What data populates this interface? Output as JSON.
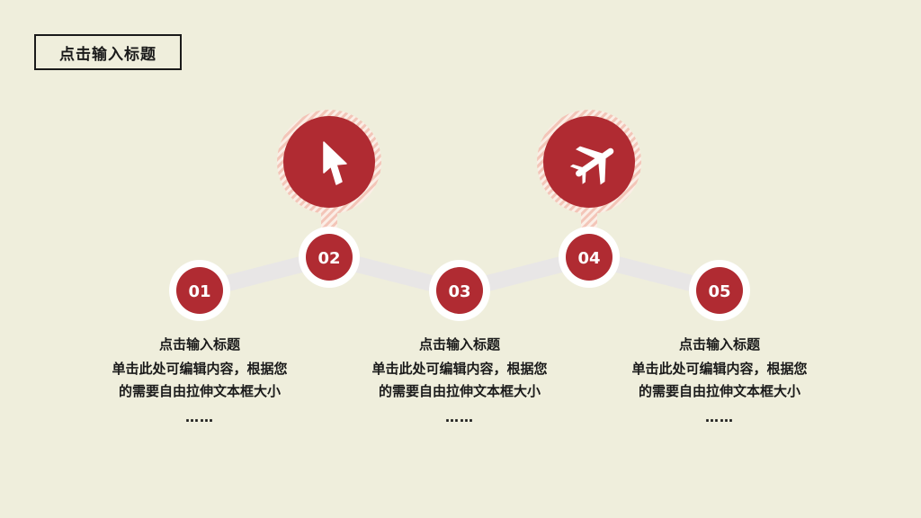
{
  "page": {
    "title": "点击输入标题"
  },
  "colors": {
    "background": "#efeedc",
    "accent": "#b02b32",
    "connector": "#e8e6e6",
    "stripe": "#f3c5b8"
  },
  "steps": [
    {
      "number": "01"
    },
    {
      "number": "02"
    },
    {
      "number": "03"
    },
    {
      "number": "04"
    },
    {
      "number": "05"
    }
  ],
  "icons": [
    {
      "name": "cursor-icon"
    },
    {
      "name": "airplane-icon"
    }
  ],
  "text_blocks": [
    {
      "heading": "点击输入标题",
      "body": "单击此处可编辑内容，根据您的需要自由拉伸文本框大小",
      "ellipsis": "……"
    },
    {
      "heading": "点击输入标题",
      "body": "单击此处可编辑内容，根据您的需要自由拉伸文本框大小",
      "ellipsis": "……"
    },
    {
      "heading": "点击输入标题",
      "body": "单击此处可编辑内容，根据您的需要自由拉伸文本框大小",
      "ellipsis": "……"
    }
  ]
}
